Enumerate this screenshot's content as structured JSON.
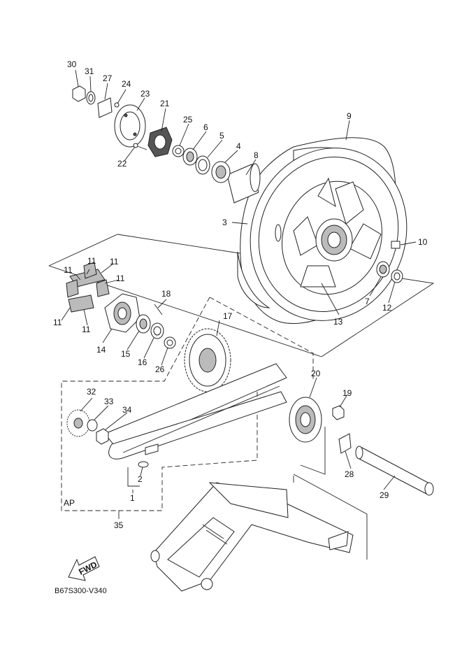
{
  "diagram_code": "B67S300-V340",
  "fwd_label": "FWD",
  "ap_label": "AP",
  "callouts": {
    "c1": "1",
    "c2": "2",
    "c3": "3",
    "c4": "4",
    "c5": "5",
    "c6": "6",
    "c7": "7",
    "c8": "8",
    "c9": "9",
    "c10": "10",
    "c11a": "11",
    "c11b": "11",
    "c11c": "11",
    "c11d": "11",
    "c11e": "11",
    "c11f": "11",
    "c12": "12",
    "c13": "13",
    "c14": "14",
    "c15": "15",
    "c16": "16",
    "c17": "17",
    "c18": "18",
    "c19": "19",
    "c20": "20",
    "c21": "21",
    "c22": "22",
    "c23": "23",
    "c24": "24",
    "c25": "25",
    "c26": "26",
    "c27": "27",
    "c28": "28",
    "c29": "29",
    "c30": "30",
    "c31": "31",
    "c32": "32",
    "c33": "33",
    "c34": "34",
    "c35": "35"
  }
}
